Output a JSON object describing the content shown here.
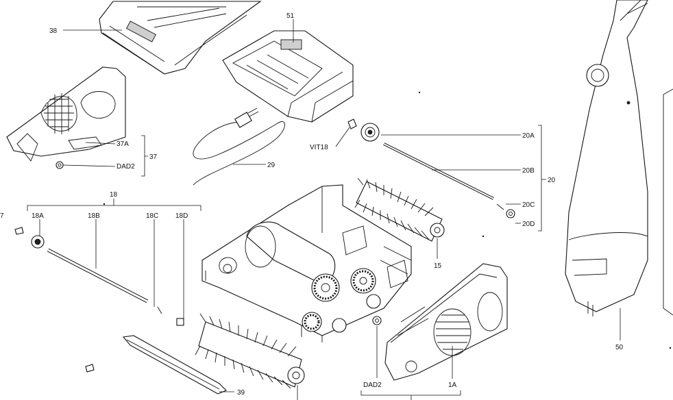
{
  "diagram": {
    "labels": {
      "p38": "38",
      "p51": "51",
      "p37a": "37A",
      "p37": "37",
      "dad2_top": "DAD2",
      "p29": "29",
      "vit18": "VIT18",
      "p20a": "20A",
      "p20b": "20B",
      "p20": "20",
      "p20c": "20C",
      "p20d": "20D",
      "p18": "18",
      "p7": "7",
      "p18a": "18A",
      "p18b": "18B",
      "p18c": "18C",
      "p18d": "18D",
      "p15": "15",
      "p39": "39",
      "dad2_bottom": "DAD2",
      "p1a": "1A",
      "p50": "50"
    }
  }
}
